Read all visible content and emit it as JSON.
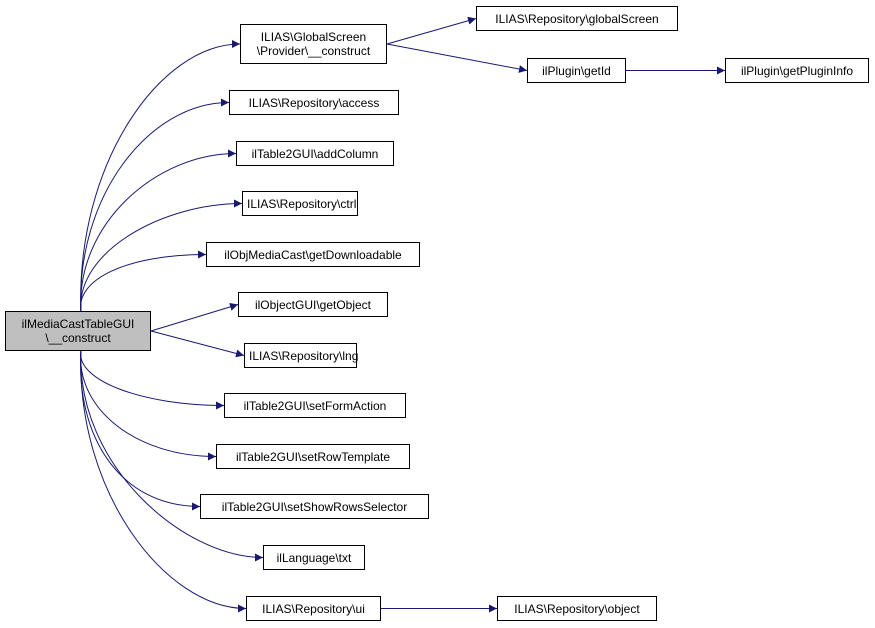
{
  "graph": {
    "edge_color": "#191970",
    "root_fill": "#bfbfbf",
    "node_fill": "#ffffff",
    "nodes": {
      "root": [
        "ilMediaCastTableGUI",
        "\\__construct"
      ],
      "provider_construct": [
        "ILIAS\\GlobalScreen",
        "\\Provider\\__construct"
      ],
      "global_screen": [
        "ILIAS\\Repository\\globalScreen"
      ],
      "get_id": [
        "ilPlugin\\getId"
      ],
      "get_plugin_info": [
        "ilPlugin\\getPluginInfo"
      ],
      "access": [
        "ILIAS\\Repository\\access"
      ],
      "add_column": [
        "ilTable2GUI\\addColumn"
      ],
      "ctrl": [
        "ILIAS\\Repository\\ctrl"
      ],
      "get_downloadable": [
        "ilObjMediaCast\\getDownloadable"
      ],
      "get_object": [
        "ilObjectGUI\\getObject"
      ],
      "lng": [
        "ILIAS\\Repository\\lng"
      ],
      "set_form_action": [
        "ilTable2GUI\\setFormAction"
      ],
      "set_row_template": [
        "ilTable2GUI\\setRowTemplate"
      ],
      "set_show_rows_selector": [
        "ilTable2GUI\\setShowRowsSelector"
      ],
      "txt": [
        "ilLanguage\\txt"
      ],
      "ui": [
        "ILIAS\\Repository\\ui"
      ],
      "object": [
        "ILIAS\\Repository\\object"
      ]
    },
    "edges": [
      [
        "root",
        "provider_construct"
      ],
      [
        "root",
        "access"
      ],
      [
        "root",
        "add_column"
      ],
      [
        "root",
        "ctrl"
      ],
      [
        "root",
        "get_downloadable"
      ],
      [
        "root",
        "get_object"
      ],
      [
        "root",
        "lng"
      ],
      [
        "root",
        "set_form_action"
      ],
      [
        "root",
        "set_row_template"
      ],
      [
        "root",
        "set_show_rows_selector"
      ],
      [
        "root",
        "txt"
      ],
      [
        "root",
        "ui"
      ],
      [
        "provider_construct",
        "global_screen"
      ],
      [
        "provider_construct",
        "get_id"
      ],
      [
        "get_id",
        "get_plugin_info"
      ],
      [
        "ui",
        "object"
      ]
    ]
  }
}
